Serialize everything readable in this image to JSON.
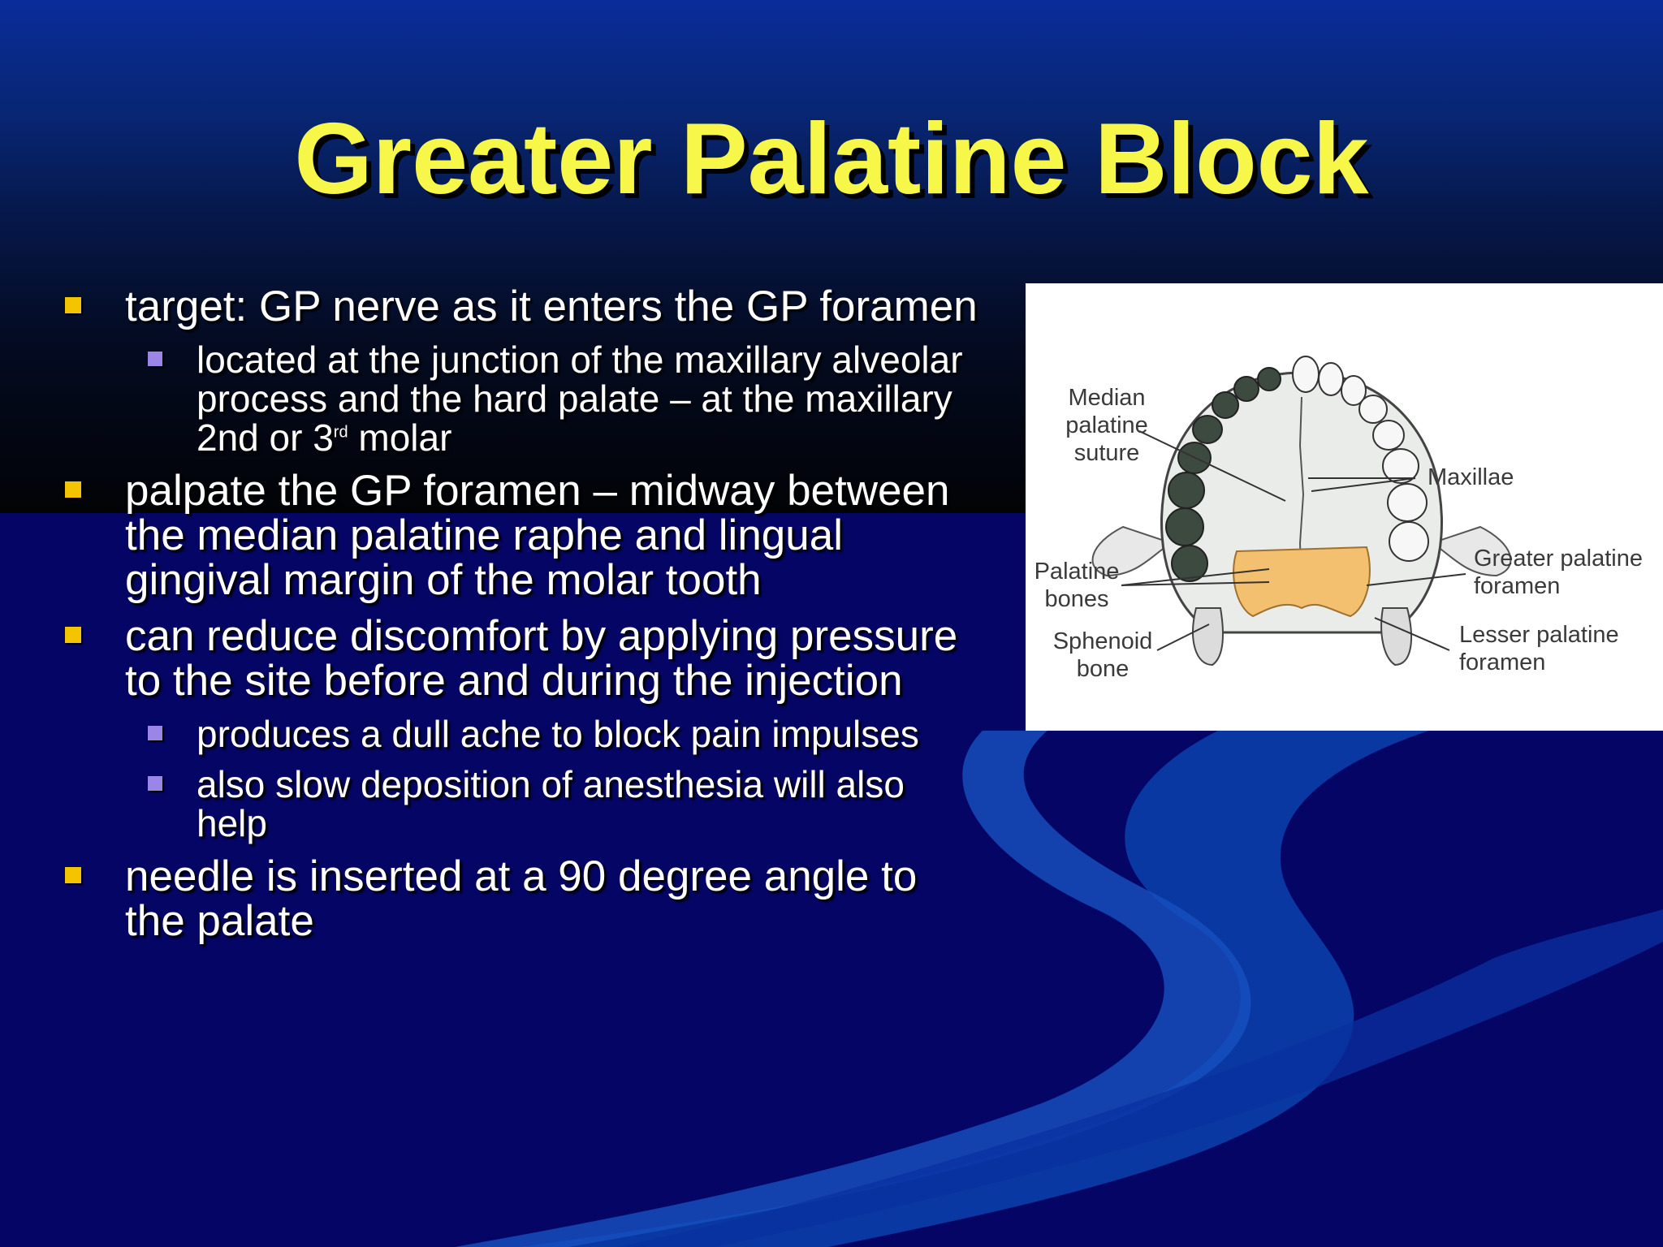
{
  "slide": {
    "title": "Greater Palatine Block",
    "colors": {
      "title": "#f7f74a",
      "bullet_l1": "#f5c400",
      "bullet_l2": "#9b85e6",
      "palatine_bones": "#f2c06e"
    },
    "bullets": [
      {
        "text": "target: GP nerve as it enters the GP foramen",
        "sub": [
          {
            "text_before": "located at the junction of the maxillary alveolar process and the hard palate – at the maxillary 2nd or 3",
            "sup": "rd",
            "text_after": " molar"
          }
        ]
      },
      {
        "text": "palpate the GP foramen – midway between the median palatine raphe and lingual gingival margin of the molar tooth",
        "sub": []
      },
      {
        "text": "can reduce discomfort by applying pressure to the site before and during the injection",
        "sub": [
          {
            "text": "produces a dull ache to block pain impulses"
          },
          {
            "text": "also slow deposition of anesthesia will also help"
          }
        ]
      },
      {
        "text": "needle is inserted at a 90 degree angle to the palate",
        "sub": []
      }
    ]
  },
  "figure": {
    "labels": {
      "median_palatine_suture": "Median palatine suture",
      "maxillae": "Maxillae",
      "palatine_bones": "Palatine bones",
      "greater_palatine_foramen": "Greater palatine foramen",
      "sphenoid_bone": "Sphenoid bone",
      "lesser_palatine_foramen": "Lesser palatine foramen"
    }
  }
}
